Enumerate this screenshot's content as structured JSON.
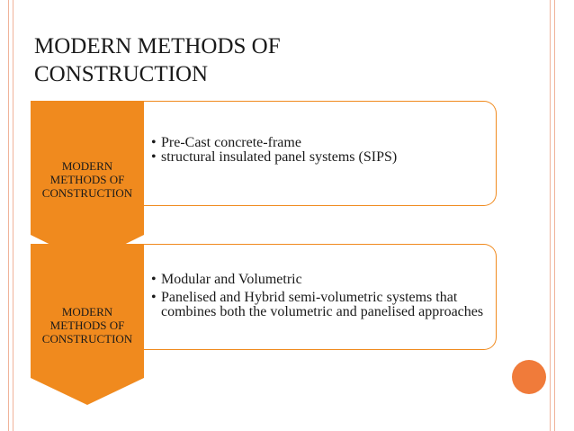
{
  "slide": {
    "title_line1": "MODERN METHODS OF",
    "title_line2": "CONSTRUCTION"
  },
  "diagram": {
    "blocks": [
      {
        "label": [
          "MODERN",
          "METHODS OF",
          "CONSTRUCTION"
        ],
        "items": [
          "Pre-Cast concrete-frame",
          "structural insulated panel systems (SIPS)"
        ]
      },
      {
        "label": [
          "MODERN",
          "METHODS OF",
          "CONSTRUCTION"
        ],
        "items": [
          "Modular and Volumetric",
          "Panelised and Hybrid semi-volumetric systems that combines both the volumetric and panelised approaches"
        ]
      }
    ]
  },
  "colors": {
    "accent": "#f08a1e",
    "rule": "#f0b39a",
    "circle": "#f07b3a"
  }
}
